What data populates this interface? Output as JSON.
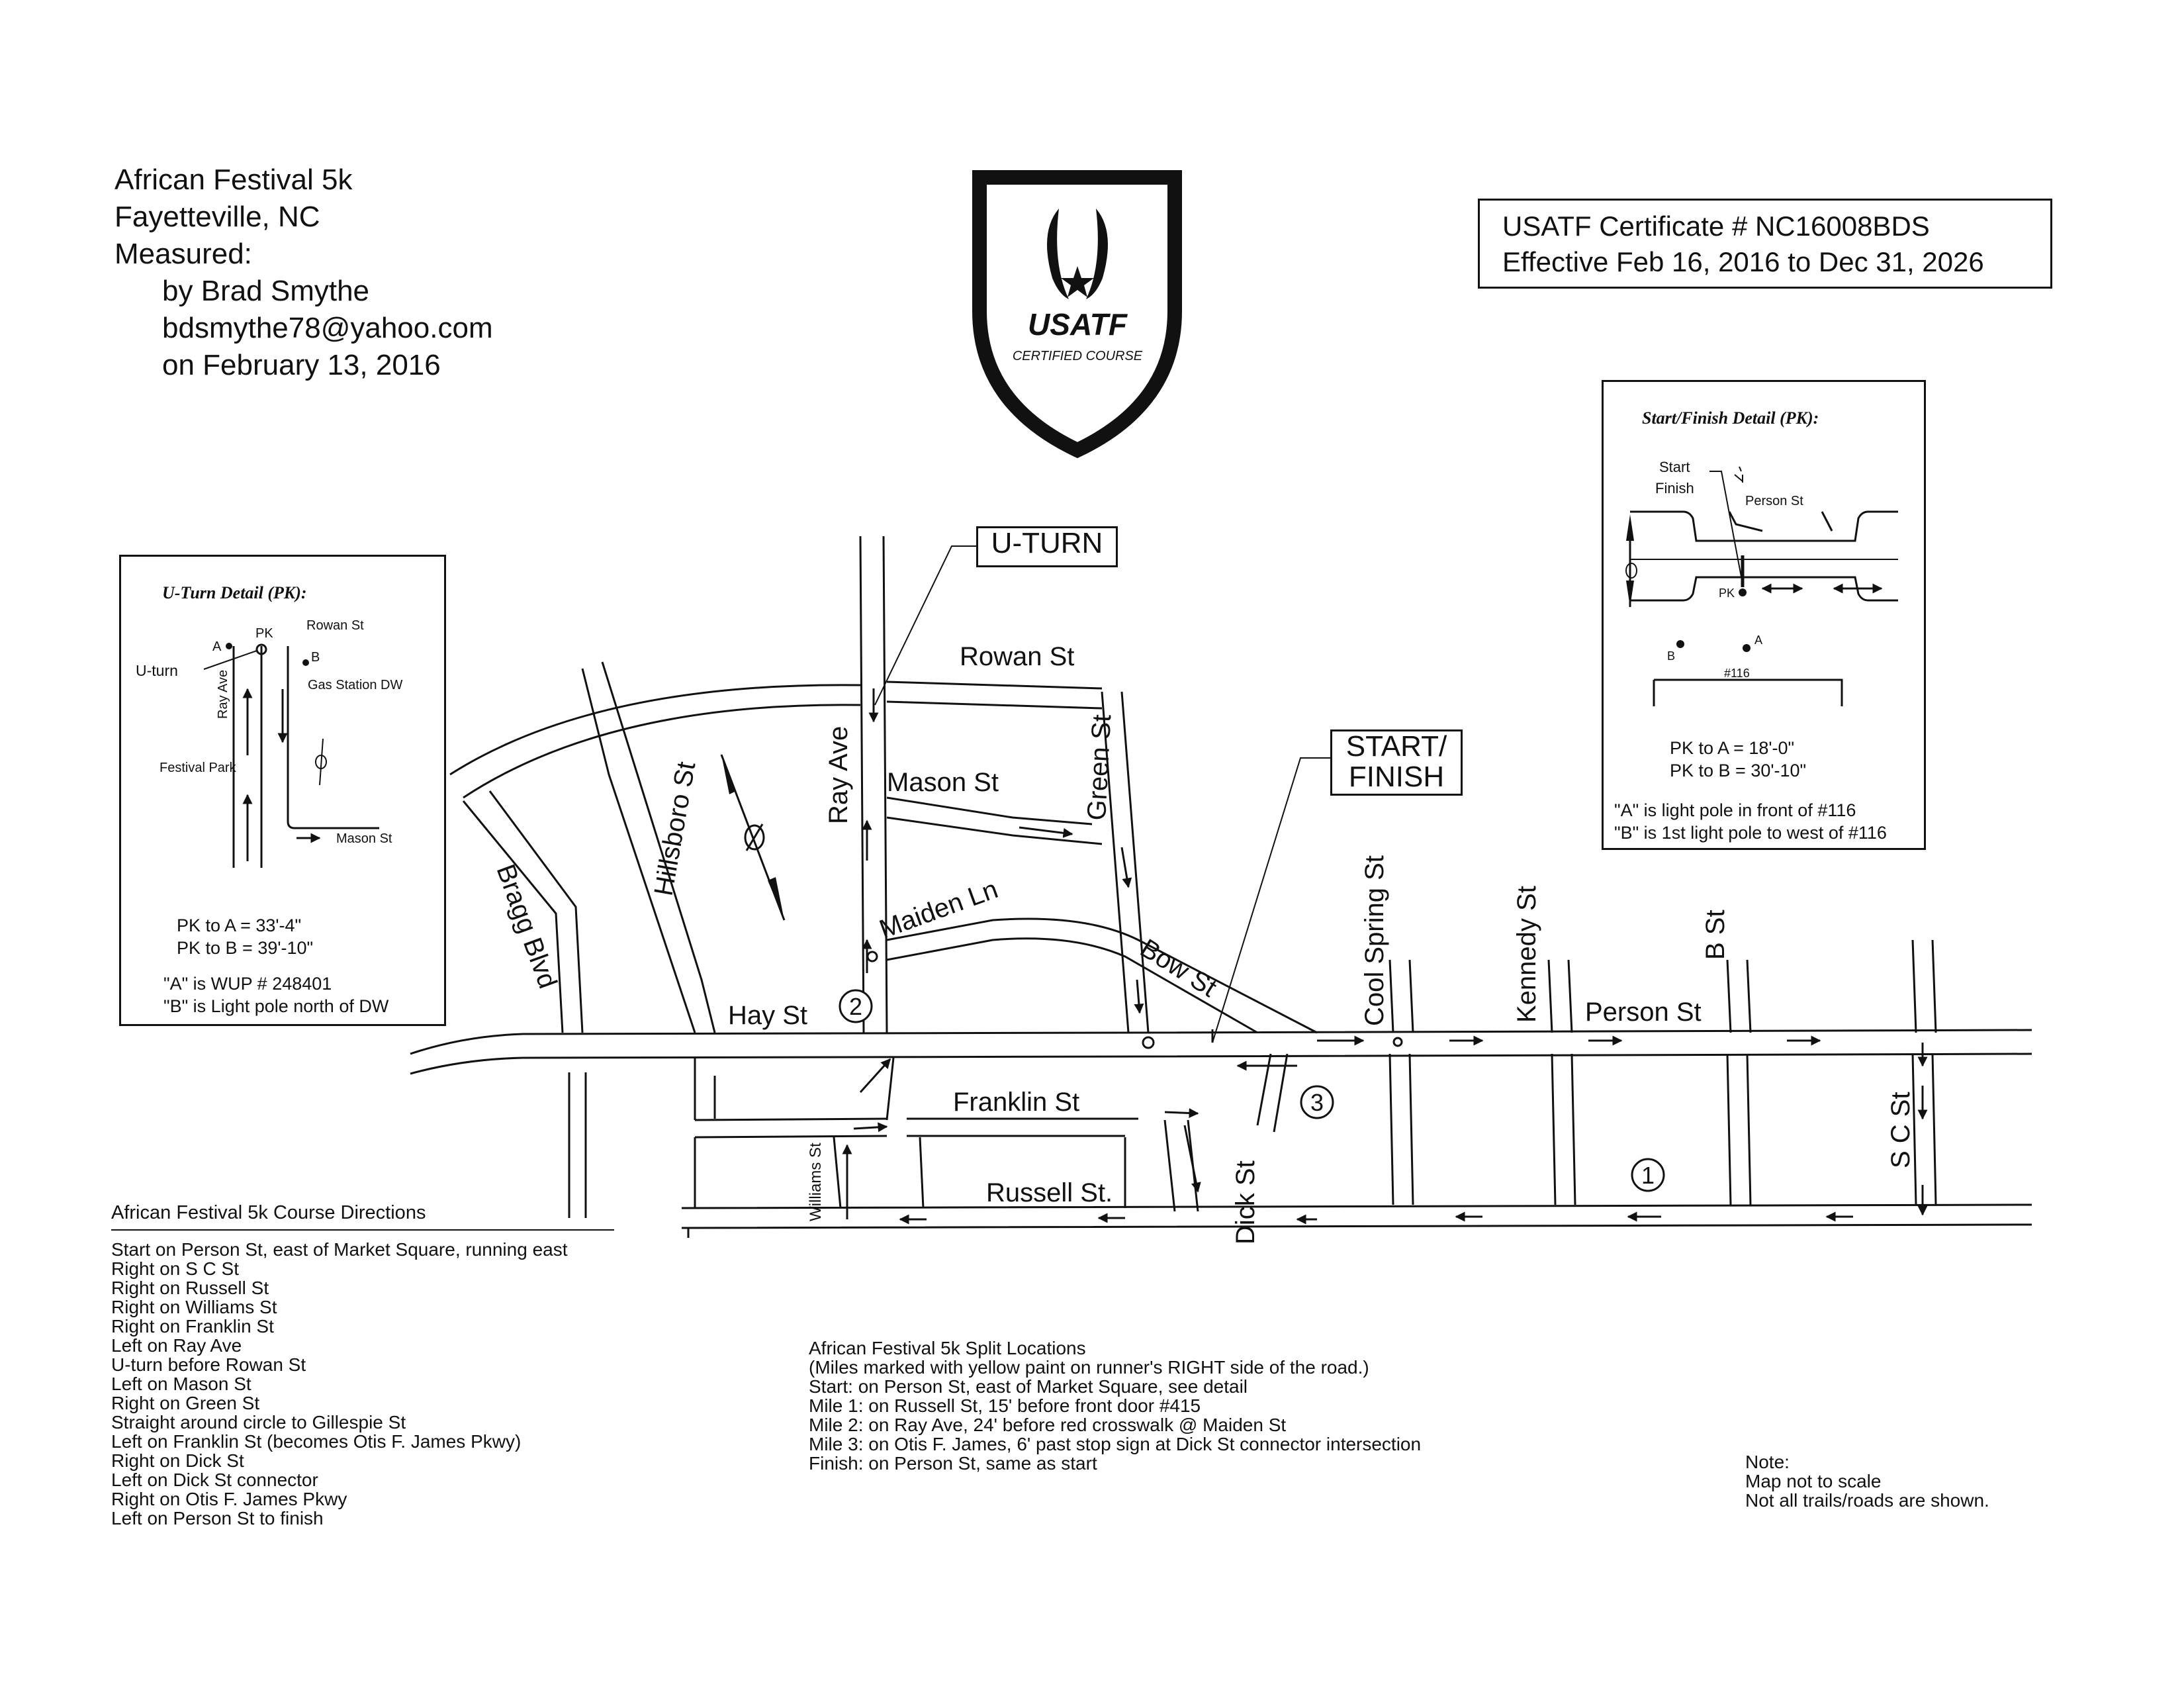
{
  "header": {
    "race": "African  Festival 5k",
    "location": "Fayetteville, NC",
    "measured": "Measured:",
    "by": "by  Brad  Smythe",
    "email": "bdsmythe78@yahoo.com",
    "date": "on  February  13, 2016"
  },
  "certificate": {
    "line1": "USATF  Certificate  #   NC16008BDS",
    "line2": "Effective  Feb  16, 2016  to  Dec  31, 2026"
  },
  "logo": {
    "wordmark": "USATF",
    "tagline": "CERTIFIED COURSE"
  },
  "uturn_detail": {
    "title": "U-Turn  Detail  (PK):",
    "labels": {
      "pk": "PK",
      "a": "A",
      "b": "B",
      "rowan": "Rowan  St",
      "uturn": "U-turn",
      "ray": "Ray Ave",
      "gas": "Gas Station  DW",
      "festival": "Festival Park",
      "mason": "Mason  St"
    },
    "pk_a": "PK  to  A   =    33'-4\"",
    "pk_b": "PK  to  B   =    39'-10\"",
    "note_a": "\"A\"  is WUP  #   248401",
    "note_b": "\"B\"  is  Light pole  north  of DW"
  },
  "startfinish_detail": {
    "title": "Start/Finish  Detail  (PK):",
    "labels": {
      "start": "Start",
      "finish": "Finish",
      "person": "Person  St",
      "pk": "PK",
      "a": "A",
      "b": "B",
      "building": "#116"
    },
    "pk_a": "PK  to  A   =     18'-0\"",
    "pk_b": "PK  to  B   =    30'-10\"",
    "note_a": "\"A\"  is light pole  in  front of #116",
    "note_b": "\"B\"  is 1st light pole  to  west of #116"
  },
  "callouts": {
    "uturn": "U-TURN",
    "start": "START/",
    "finish": "FINISH"
  },
  "streets": {
    "rowan": "Rowan St",
    "mason": "Mason St",
    "green": "Green St",
    "ray": "Ray Ave",
    "hillsboro": "Hillsboro St",
    "bragg": "Bragg Blvd",
    "maiden": "Maiden Ln",
    "bow": "Bow St",
    "hay": "Hay St",
    "franklin": "Franklin St",
    "russell": "Russell St.",
    "williams": "Williams St",
    "dick": "Dick St",
    "cool_spring": "Cool Spring St",
    "kennedy": "Kennedy St",
    "b_st": "B St",
    "person": "Person St",
    "sc": "S C St"
  },
  "mile_markers": {
    "m1": "1",
    "m2": "2",
    "m3": "3"
  },
  "directions": {
    "title": "African  Festival 5k  Course  Directions",
    "items": [
      "Start on  Person  St, east of Market Square, running  east",
      "Right on  S  C  St",
      "Right on  Russell St",
      "Right on  Williams  St",
      "Right on  Franklin  St",
      "Left on  Ray  Ave",
      "U-turn  before  Rowan  St",
      "Left on  Mason  St",
      "Right on  Green  St",
      "Straight around  circle  to  Gillespie  St",
      "Left on  Franklin  St (becomes Otis F. James  Pkwy)",
      "Right on  Dick  St",
      "Left on  Dick  St connector",
      "Right on  Otis F. James  Pkwy",
      "Left on  Person  St to  finish"
    ]
  },
  "splits": {
    "title": "African  Festival 5k  Split Locations",
    "items": [
      "(Miles  marked  with  yellow  paint on  runner's RIGHT  side  of the  road.)",
      "Start: on  Person  St, east of Market Square, see  detail",
      "Mile  1: on  Russell St, 15' before  front door #415",
      "Mile  2: on  Ray Ave, 24' before  red  crosswalk @   Maiden  St",
      "Mile  3: on  Otis F. James, 6' past stop  sign  at Dick  St connector intersection",
      "Finish: on  Person  St, same  as start"
    ]
  },
  "note": {
    "title": "Note:",
    "line1": "Map  not to  scale",
    "line2": "Not all trails/roads  are  shown."
  },
  "colors": {
    "ink": "#111111",
    "paper": "#ffffff"
  }
}
